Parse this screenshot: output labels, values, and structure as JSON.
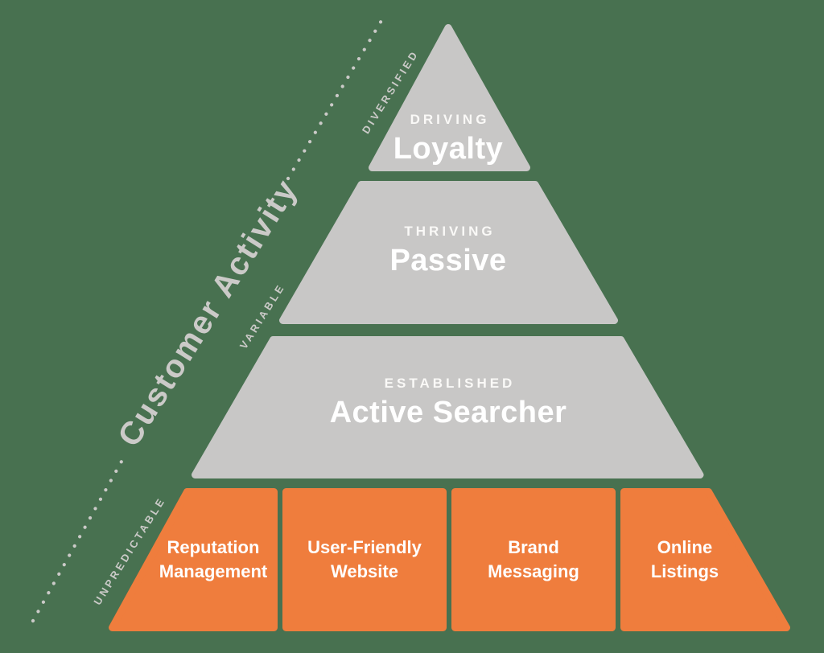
{
  "background_color": "#487150",
  "axis": {
    "label": "Customer Activity",
    "color": "#CBCAC8",
    "dot_color": "#CBCAC8"
  },
  "pyramid": {
    "tier_color": "#C8C7C6",
    "base_color": "#EF7D3D",
    "text_color": "#FFFFFF",
    "tiers": [
      {
        "tag": "DRIVING",
        "label": "Loyalty",
        "side_label": "DIVERSIFIED"
      },
      {
        "tag": "THRIVING",
        "label": "Passive",
        "side_label": "VARIABLE"
      },
      {
        "tag": "ESTABLISHED",
        "label": "Active Searcher",
        "side_label": "UNPREDICTABLE"
      }
    ],
    "base_segments": [
      {
        "label": "Reputation\nManagement"
      },
      {
        "label": "User-Friendly\nWebsite"
      },
      {
        "label": "Brand\nMessaging"
      },
      {
        "label": "Online\nListings"
      }
    ]
  }
}
